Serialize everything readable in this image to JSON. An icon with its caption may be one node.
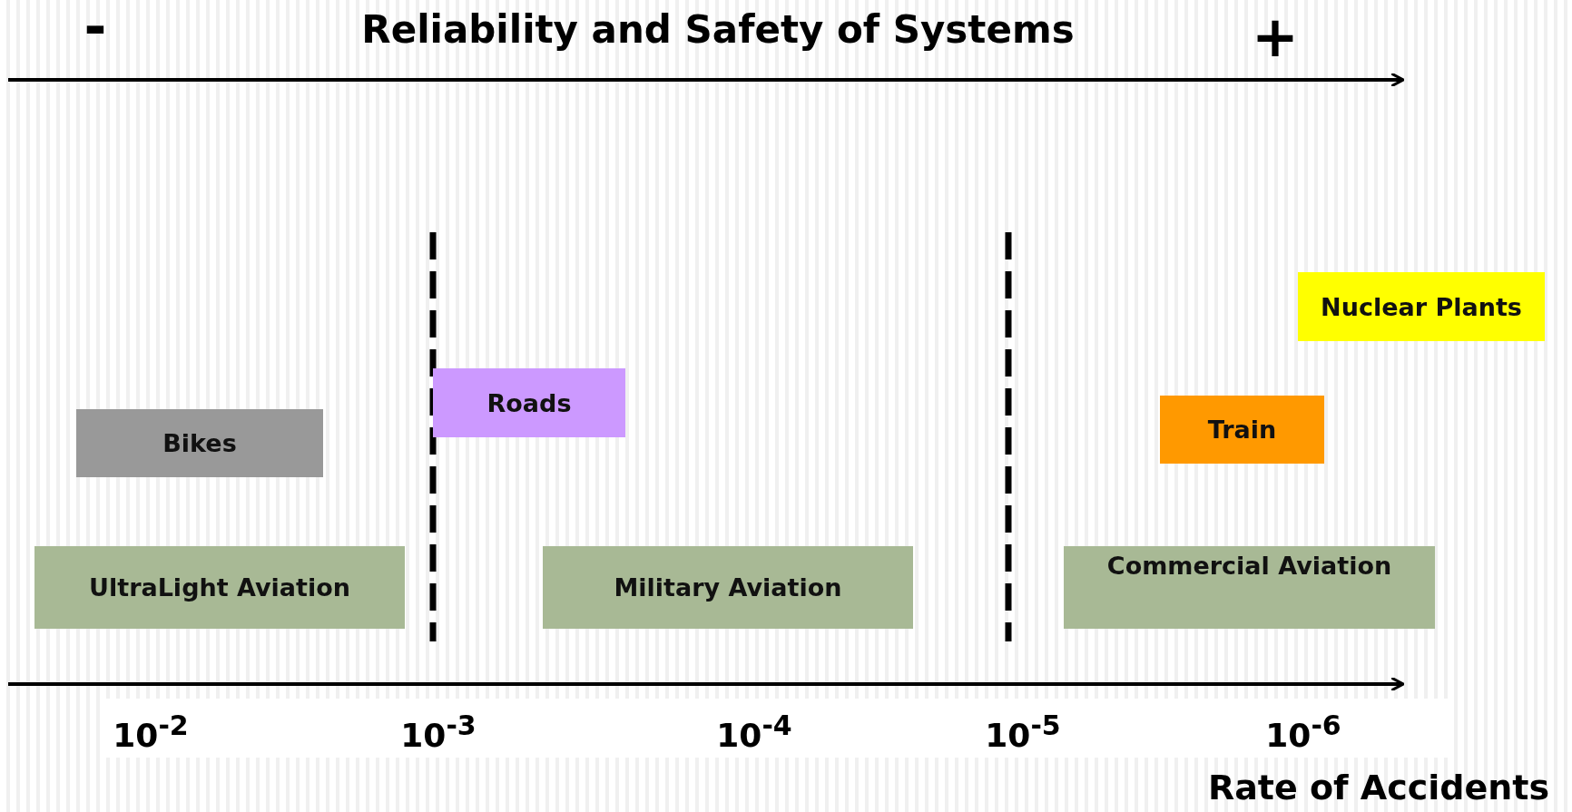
{
  "diagram": {
    "title": "Reliability and Safety of Systems",
    "nodes": [
      {
        "text": [
          "Nuclear Plants"
        ]
      },
      {
        "text": [
          "Roads"
        ]
      },
      {
        "text": [
          "Bikes"
        ]
      },
      {
        "text": [
          "Train"
        ]
      },
      {
        "text": [
          "UltraLight Aviation"
        ]
      },
      {
        "text": [
          "Military Aviation"
        ]
      },
      {
        "text": [
          "Commercial Aviation"
        ]
      }
    ],
    "edges": [],
    "labels": [
      "-",
      "+",
      "10$^{-2}$",
      "10$^{-3}$",
      "10$^{-4}$",
      "10$^{-5}$",
      "10$^{-6}$",
      "Rate of Accidents"
    ]
  }
}
